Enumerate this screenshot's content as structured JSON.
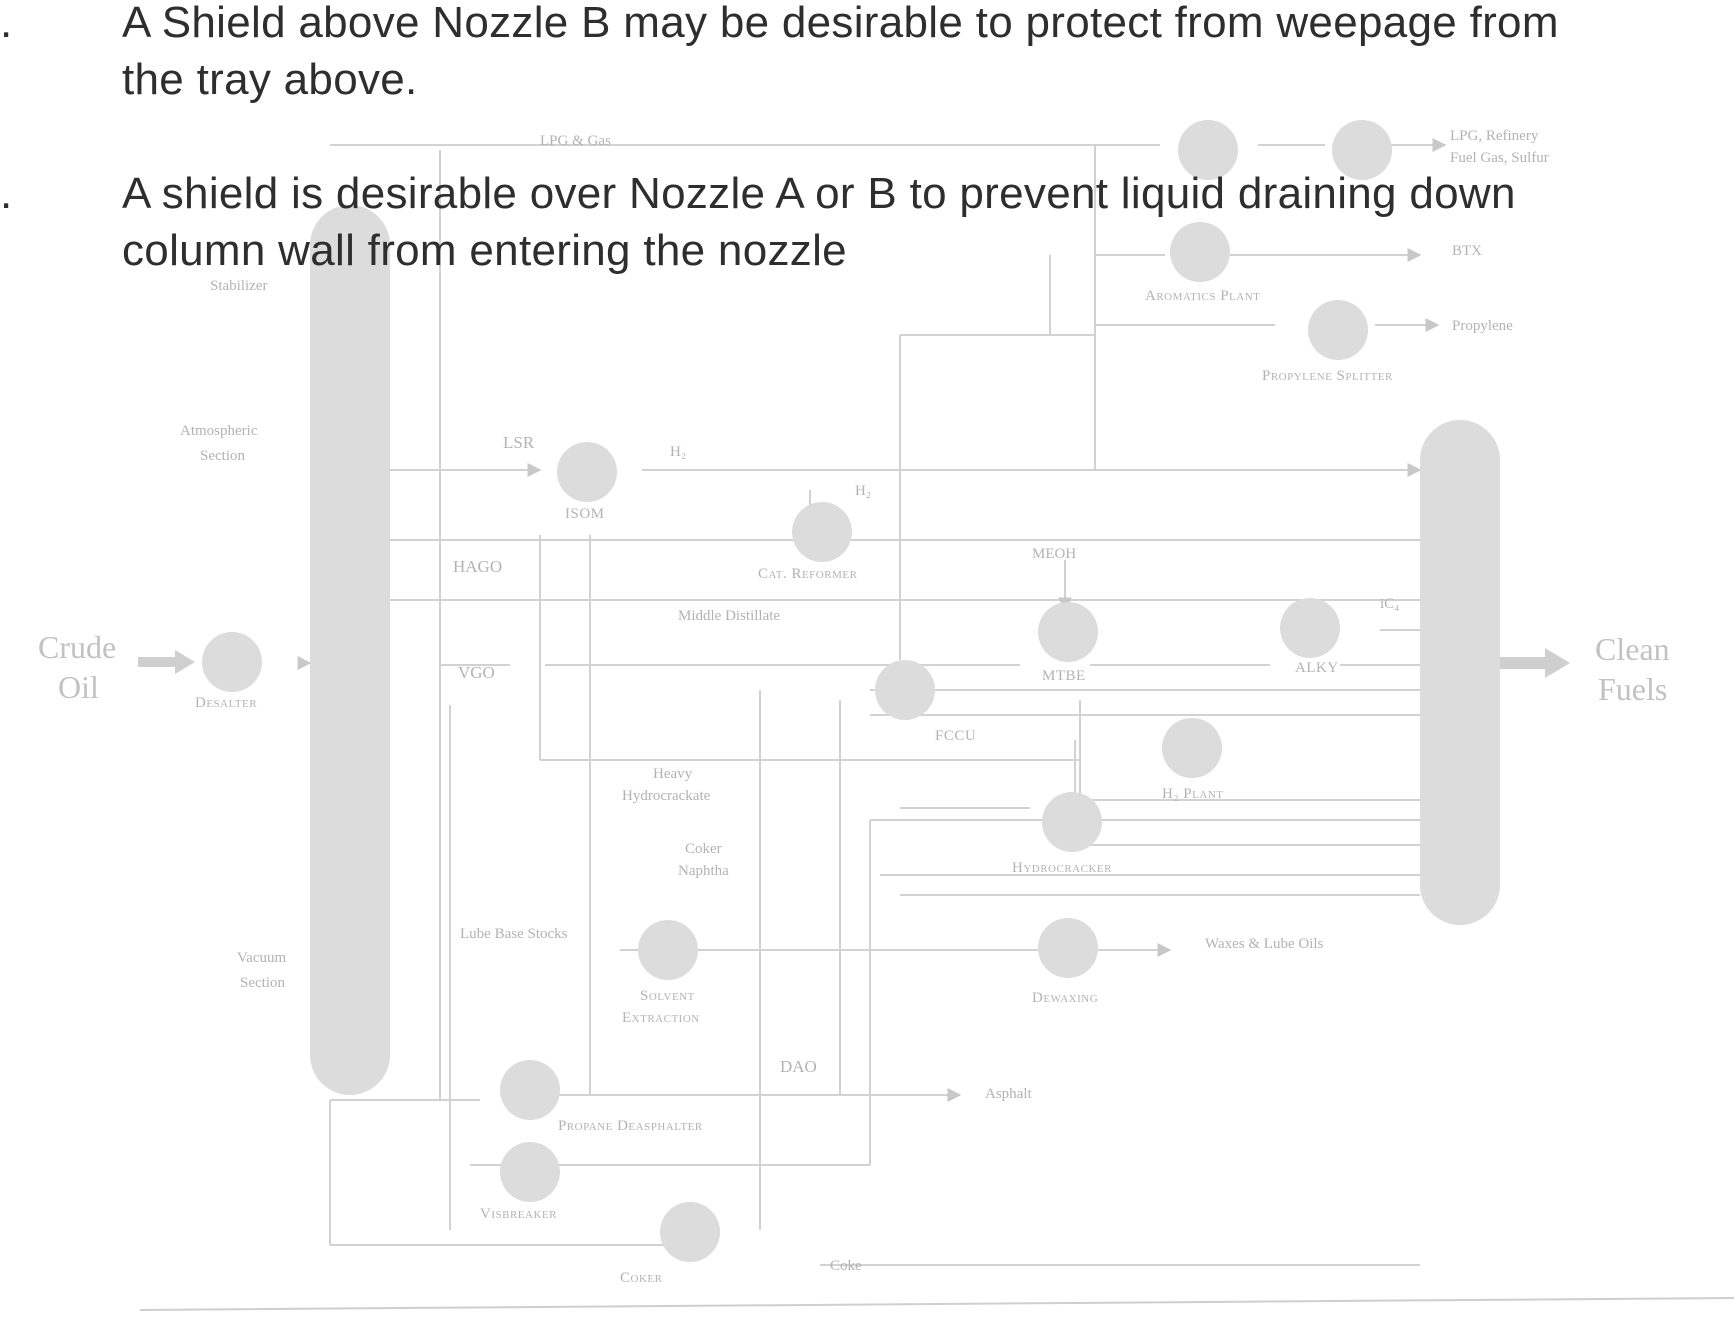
{
  "bullets": [
    {
      "marker": ".",
      "lines": [
        "A Shield above Nozzle B may be desirable to protect from weepage from",
        "the tray above."
      ]
    },
    {
      "marker": ".",
      "lines": [
        "A shield is desirable over Nozzle A or B to prevent liquid draining down",
        "column wall from entering the nozzle"
      ]
    }
  ],
  "diagram": {
    "inputs": {
      "crude_1": "Crude",
      "crude_2": "Oil",
      "clean_1": "Clean",
      "clean_2": "Fuels"
    },
    "sections": {
      "stabilizer": "Stabilizer",
      "atm_1": "Atmospheric",
      "atm_2": "Section",
      "vac_1": "Vacuum",
      "vac_2": "Section"
    },
    "units": {
      "desalter": "Desalter",
      "isom": "ISOM",
      "cat_reformer": "Cat. Reformer",
      "aromatics": "Aromatics Plant",
      "propylene_splitter": "Propylene Splitter",
      "mtbe": "MTBE",
      "alky": "ALKY",
      "fccu": "FCCU",
      "h2_plant": "H₂ Plant",
      "hydrocracker": "Hydrocracker",
      "dewaxing": "Dewaxing",
      "solvent_1": "Solvent",
      "solvent_2": "Extraction",
      "propane": "Propane Deasphalter",
      "visbreaker": "Visbreaker",
      "coker": "Coker"
    },
    "streams": {
      "lpg_gas": "LPG & Gas",
      "lpg_ref_1": "LPG, Refinery",
      "lpg_ref_2": "Fuel Gas, Sulfur",
      "btx": "BTX",
      "propylene": "Propylene",
      "lsr": "LSR",
      "h2_isom": "H₂",
      "h2_reformer": "H₂",
      "hago": "HAGO",
      "vgo": "VGO",
      "middle_distillate": "Middle Distillate",
      "meoh": "MEOH",
      "ic4": "iC₄",
      "heavy_1": "Heavy",
      "heavy_2": "Hydrocrackate",
      "coker_naphtha_1": "Coker",
      "coker_naphtha_2": "Naphtha",
      "lube_base": "Lube Base Stocks",
      "waxes": "Waxes & Lube Oils",
      "dao": "DAO",
      "asphalt": "Asphalt",
      "coke": "Coke"
    }
  },
  "colors": {
    "line": "#cfcfcf",
    "unit": "#dcdcdc",
    "text": "#b3b3b3",
    "bullet_text": "#2e2e2e"
  }
}
